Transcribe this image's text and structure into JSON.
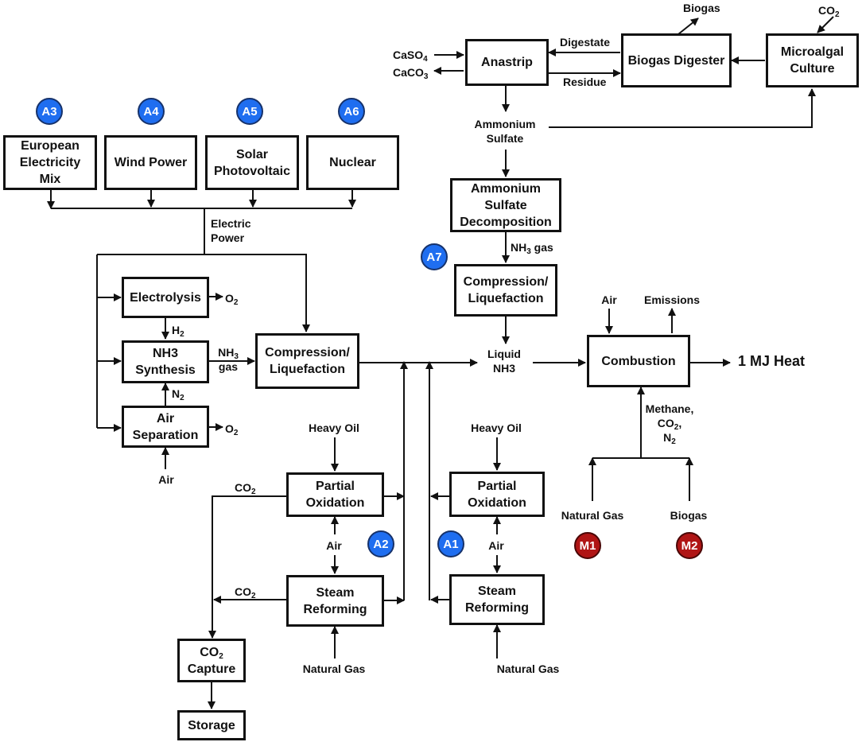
{
  "boxes": {
    "european_mix": "European Electricity Mix",
    "wind": "Wind Power",
    "solar": "Solar Photovoltaic",
    "nuclear": "Nuclear",
    "electrolysis": "Electrolysis",
    "nh3_synthesis": "NH3 Synthesis",
    "air_separation": "Air Separation",
    "compression_main": "Compression/ Liquefaction",
    "partial_ox_a2": "Partial Oxidation",
    "steam_ref_a2": "Steam Reforming",
    "co2_capture_pre": "CO",
    "co2_capture_sub": "2",
    "co2_capture_post": "Capture",
    "storage": "Storage",
    "partial_ox_a1": "Partial Oxidation",
    "steam_ref_a1": "Steam Reforming",
    "anastrip": "Anastrip",
    "biogas_digester": "Biogas Digester",
    "microalgal": "Microalgal Culture",
    "amm_sulfate_decomp": "Ammonium Sulfate Decomposition",
    "compression_a7": "Compression/ Liquefaction",
    "combustion": "Combustion"
  },
  "badges": {
    "a1": "A1",
    "a2": "A2",
    "a3": "A3",
    "a4": "A4",
    "a5": "A5",
    "a6": "A6",
    "a7": "A7",
    "m1": "M1",
    "m2": "M2"
  },
  "labels": {
    "electric_power_1": "Electric",
    "electric_power_2": "Power",
    "o2_a": "O",
    "o2_a_sub": "2",
    "o2_b": "O",
    "o2_b_sub": "2",
    "h2": "H",
    "h2_sub": "2",
    "n2": "N",
    "n2_sub": "2",
    "nh3_gas_1": "NH",
    "nh3_gas_1_sub": "3",
    "nh3_gas_2": "gas",
    "air_sep_in": "Air",
    "heavy_oil_a2": "Heavy Oil",
    "air_a2": "Air",
    "co2_a2_po": "CO",
    "co2_a2_po_sub": "2",
    "co2_a2_sr": "CO",
    "co2_a2_sr_sub": "2",
    "natural_gas_a2": "Natural Gas",
    "heavy_oil_a1": "Heavy Oil",
    "air_a1": "Air",
    "natural_gas_a1": "Natural Gas",
    "liquid_nh3_1": "Liquid",
    "liquid_nh3_2": "NH3",
    "biogas_top": "Biogas",
    "co2_top": "CO",
    "co2_top_sub": "2",
    "digestate": "Digestate",
    "residue": "Residue",
    "caso4": "CaSO",
    "caso4_sub": "4",
    "caco3": "CaCO",
    "caco3_sub": "3",
    "amm_sulfate_1": "Ammonium",
    "amm_sulfate_2": "Sulfate",
    "nh3_gas_a7": "NH",
    "nh3_gas_a7_sub": "3",
    "nh3_gas_a7_post": " gas",
    "air_comb": "Air",
    "emissions": "Emissions",
    "methane": "Methane,",
    "co2_comb": "CO",
    "co2_comb_sub": "2",
    "co2_comb_post": ",",
    "n2_comb": "N",
    "n2_comb_sub": "2",
    "natural_gas_m1": "Natural Gas",
    "biogas_m2": "Biogas",
    "heat_out": "1 MJ Heat"
  },
  "colors": {
    "badge_blue": "#1f6ef0",
    "badge_red": "#b01515",
    "line": "#111111"
  }
}
